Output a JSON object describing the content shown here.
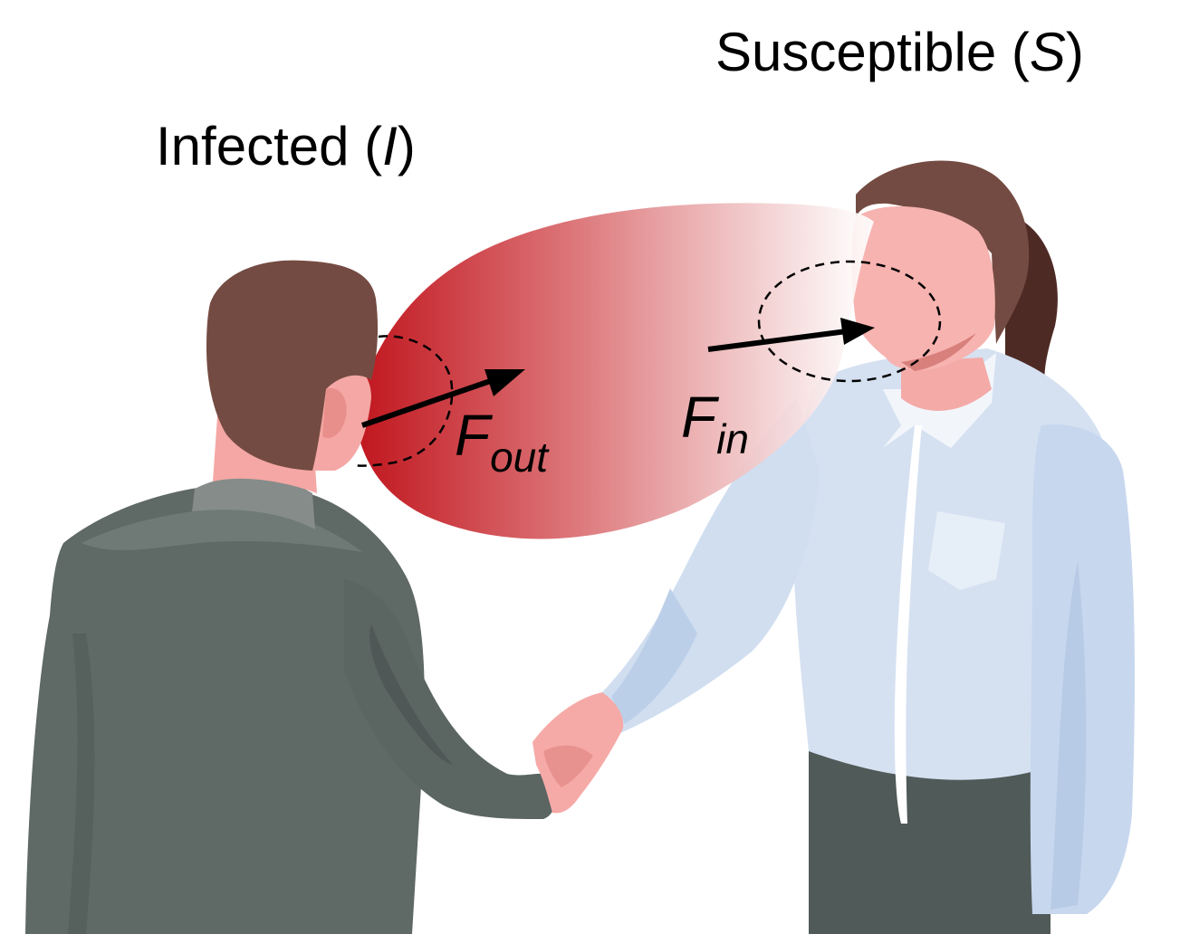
{
  "labels": {
    "susceptible_prefix": "Susceptible (",
    "susceptible_symbol": "S",
    "susceptible_suffix": ")",
    "infected_prefix": "Infected (",
    "infected_symbol": "I",
    "infected_suffix": ")",
    "f_out_main": "F",
    "f_out_sub": "out",
    "f_in_main": "F",
    "f_in_sub": "in"
  },
  "colors": {
    "plume_dark": "#c0141c",
    "plume_light": "#ffffff",
    "man_hair": "#744b42",
    "man_skin": "#f4a7a4",
    "man_jacket": "#5f6966",
    "woman_hair": "#744b42",
    "woman_hair_dark": "#4e2a25",
    "woman_skin": "#f7b3b0",
    "woman_shirt": "#d5e1f1",
    "woman_pants": "#505a58"
  }
}
